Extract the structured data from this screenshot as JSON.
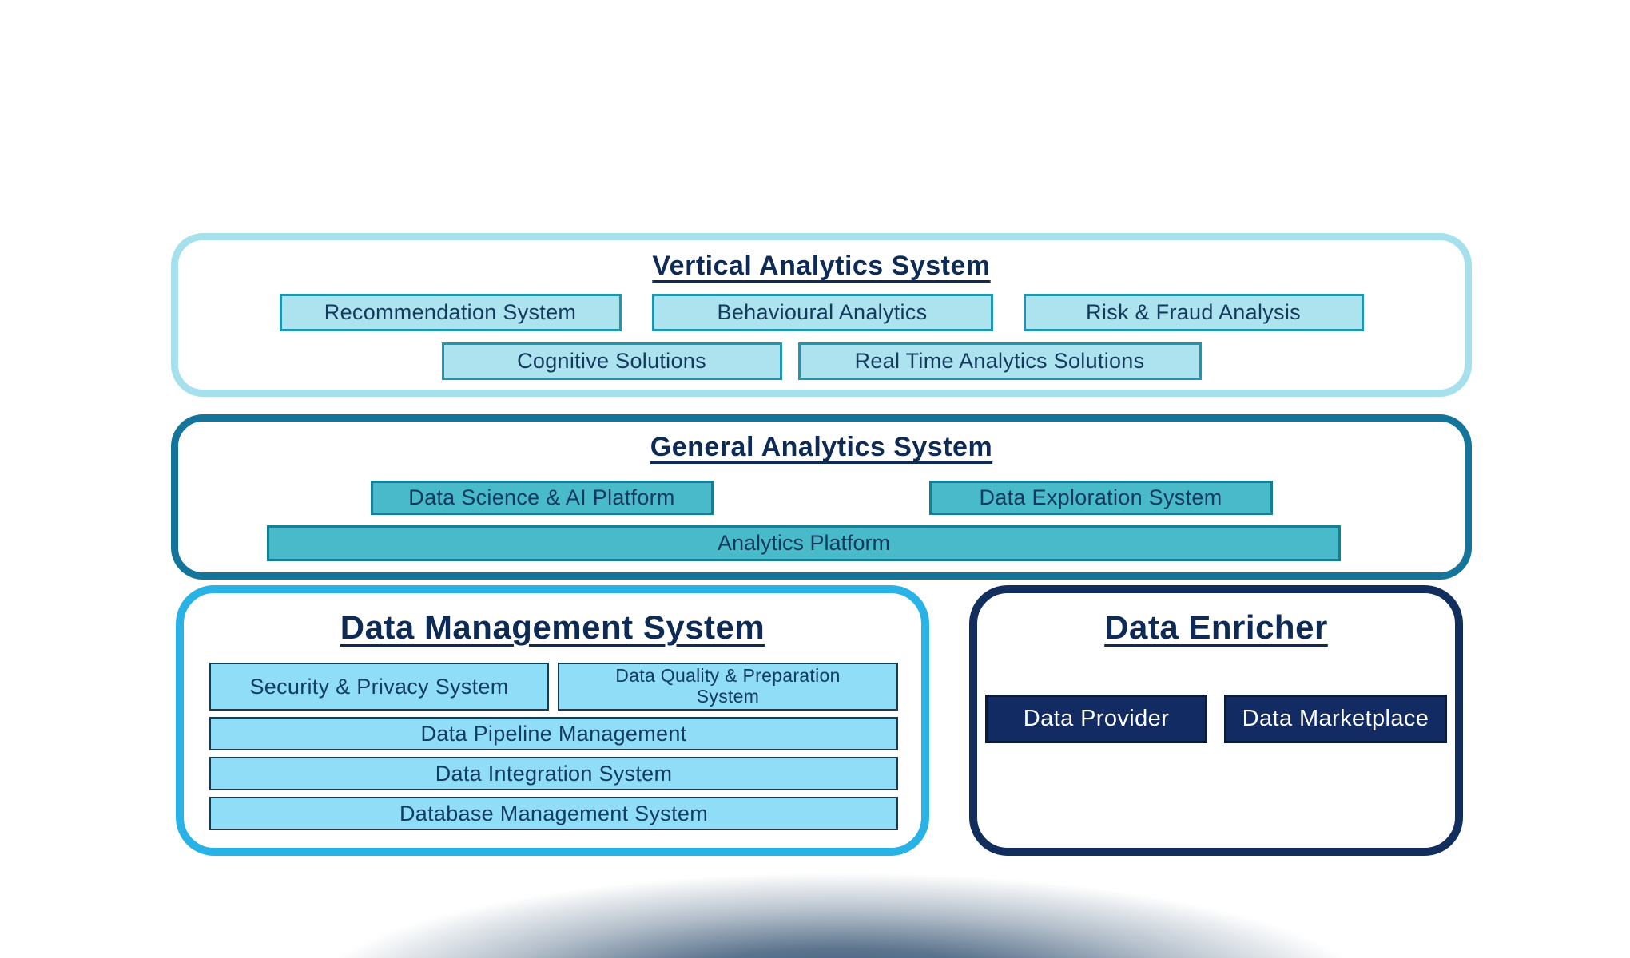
{
  "diagram": {
    "background_color": "#FFFFFF",
    "bottom_shadow_color": "#2C4C6F",
    "title_color": "#0D2B55"
  },
  "panels": {
    "vertical": {
      "title": "Vertical Analytics System",
      "border_color": "#A6E0ED",
      "box_fill": "#ACE3EE",
      "box_border": "#1E96AC",
      "box_text_color": "#14395C",
      "boxes": [
        "Recommendation System",
        "Behavioural Analytics",
        "Risk & Fraud Analysis",
        "Cognitive Solutions",
        "Real Time Analytics Solutions"
      ]
    },
    "general": {
      "title": "General Analytics System",
      "border_color": "#15749A",
      "box_fill": "#48BACA",
      "box_border": "#157F96",
      "box_text_color": "#14395C",
      "boxes": [
        "Data Science & AI Platform",
        "Data Exploration System",
        "Analytics Platform"
      ]
    },
    "data_management": {
      "title": "Data Management System",
      "border_color": "#29B2E6",
      "box_fill": "#90DDF8",
      "box_border": "#1C3A50",
      "box_text_color": "#123C60",
      "boxes": [
        "Security & Privacy System",
        "Data Quality & Preparation System",
        "Data Pipeline Management",
        "Data Integration System",
        "Database Management System"
      ]
    },
    "data_enricher": {
      "title": "Data Enricher",
      "border_color": "#122E5C",
      "box_fill": "#122B62",
      "box_border": "#0C1B38",
      "box_text_color": "#FFFFFF",
      "boxes": [
        "Data Provider",
        "Data Marketplace"
      ]
    }
  }
}
